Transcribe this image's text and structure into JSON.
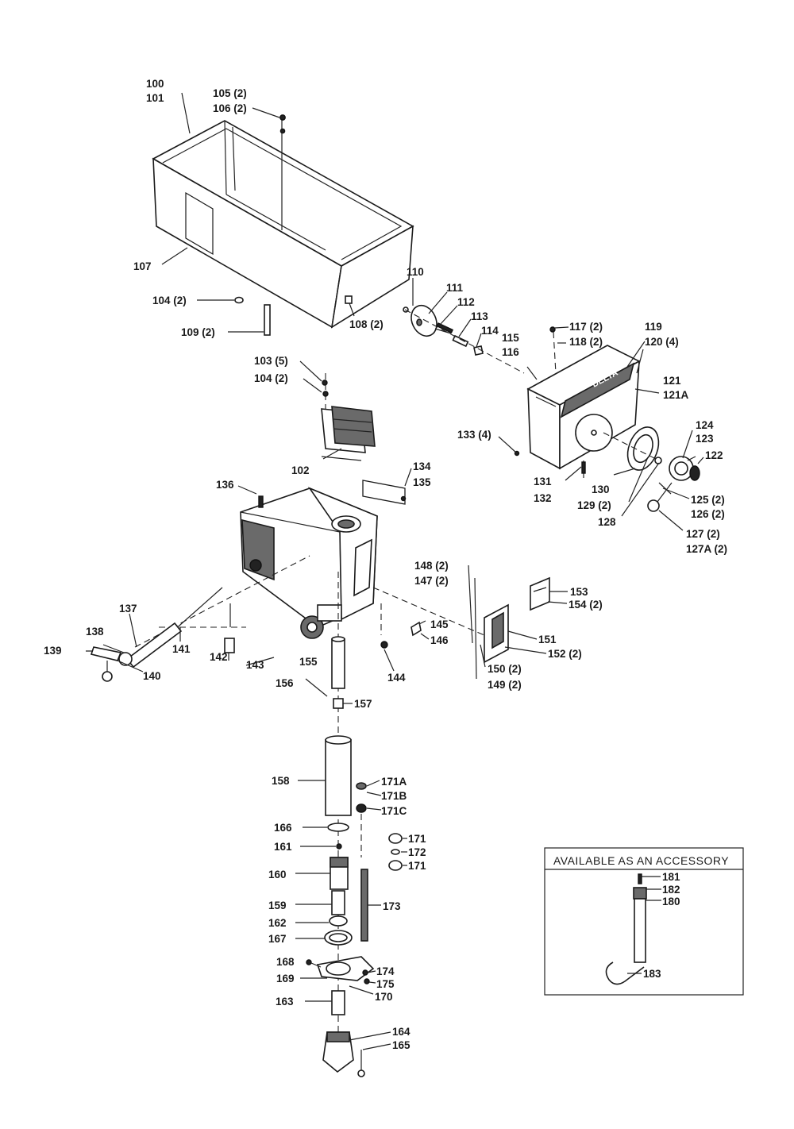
{
  "accessory_box": {
    "title": "AVAILABLE AS AN ACCESSORY"
  },
  "labels": {
    "l100": "100",
    "l101": "101",
    "l105": "105 (2)",
    "l106": "106 (2)",
    "l107": "107",
    "l104a": "104 (2)",
    "l108": "108 (2)",
    "l109": "109 (2)",
    "l103": "103 (5)",
    "l104b": "104 (2)",
    "l102": "102",
    "l110": "110",
    "l111": "111",
    "l112": "112",
    "l113": "113",
    "l114": "114",
    "l115": "115",
    "l116": "116",
    "l117": "117 (2)",
    "l118": "118 (2)",
    "l119": "119",
    "l120": "120 (4)",
    "l121": "121",
    "l121a": "121A",
    "l124": "124",
    "l123": "123",
    "l122": "122",
    "l133": "133 (4)",
    "l131": "131",
    "l132": "132",
    "l130": "130",
    "l129": "129 (2)",
    "l128": "128",
    "l125": "125 (2)",
    "l126": "126 (2)",
    "l127": "127 (2)",
    "l127a": "127A (2)",
    "l134": "134",
    "l135": "135",
    "l136": "136",
    "l148": "148 (2)",
    "l147": "147 (2)",
    "l153": "153",
    "l154": "154 (2)",
    "l151": "151",
    "l152": "152 (2)",
    "l150": "150 (2)",
    "l149": "149 (2)",
    "l145": "145",
    "l146": "146",
    "l144": "144",
    "l137": "137",
    "l138": "138",
    "l139": "139",
    "l140": "140",
    "l141": "141",
    "l142": "142",
    "l143": "143",
    "l155": "155",
    "l156": "156",
    "l157": "157",
    "l158": "158",
    "l171a": "171A",
    "l171b": "171B",
    "l171c": "171C",
    "l171x": "171",
    "l172": "172",
    "l171y": "171",
    "l166": "166",
    "l161": "161",
    "l160": "160",
    "l159": "159",
    "l173": "173",
    "l162": "162",
    "l167": "167",
    "l168": "168",
    "l169": "169",
    "l174": "174",
    "l175": "175",
    "l170": "170",
    "l163": "163",
    "l164": "164",
    "l165": "165",
    "l181": "181",
    "l182": "182",
    "l180": "180",
    "l183": "183"
  }
}
